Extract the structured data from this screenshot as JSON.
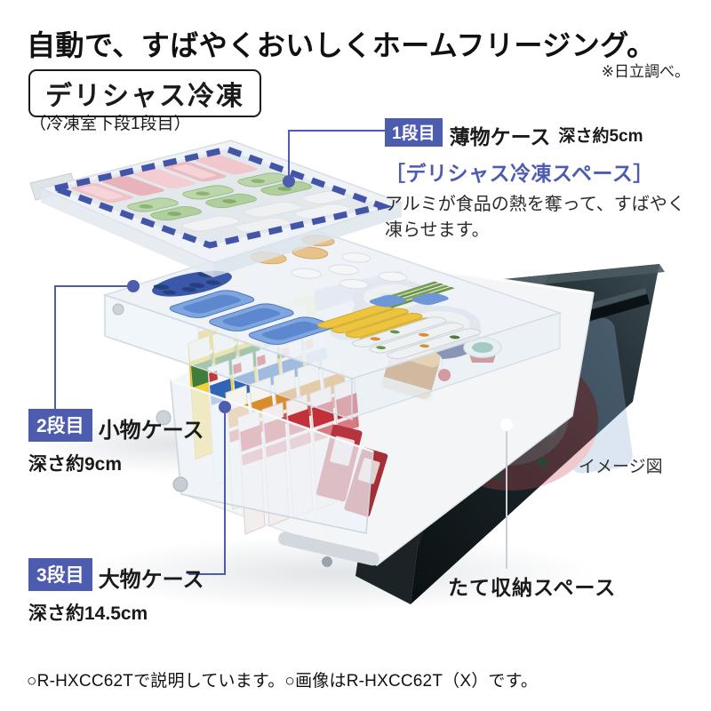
{
  "page": {
    "title": "自動で、すばやくおいしくホームフリージング。",
    "research_note": "※日立調べ。",
    "feature_name": "デリシャス冷凍",
    "feature_location": "（冷凍室下段1段目）",
    "footnote": "○R-HXCC62Tで説明しています。○画像はR-HXCC62T（X）です。"
  },
  "callouts": {
    "tier1": {
      "badge": "1段目",
      "case_name": "薄物ケース",
      "depth": "深さ約5cm",
      "subtitle": "［デリシャス冷凍スペース］",
      "description_line1": "アルミが食品の熱を奪って、すばやく",
      "description_line2": "凍らせます。"
    },
    "tier2": {
      "badge": "2段目",
      "case_name": "小物ケース",
      "depth": "深さ約9cm"
    },
    "tier3": {
      "badge": "3段目",
      "case_name": "大物ケース",
      "depth": "深さ約14.5cm"
    },
    "vertical_storage": {
      "label": "たて収納スペース"
    },
    "image_note": "イメージ図"
  },
  "colors": {
    "accent_blue": "#4d5cae",
    "dashed_highlight_blue": "#4355a8",
    "light_callout_line": "#c9d0dc",
    "door_dark": "#141c1f",
    "text_black": "#1a1a1a"
  }
}
